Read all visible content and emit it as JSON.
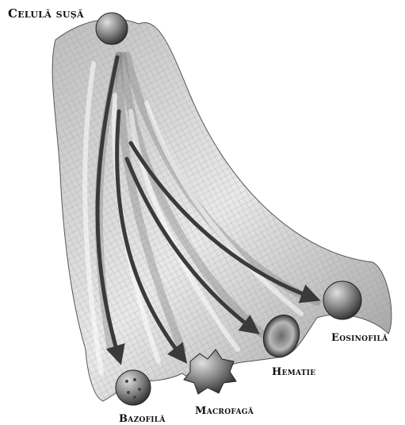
{
  "labels": {
    "stem_cell": "Celulă sușă",
    "eosinophil": "Eosinofilă",
    "red_cell": "Hematie",
    "macrophage": "Macrofagă",
    "basophil": "Bazofilă"
  },
  "colors": {
    "surface_light": "#e6e6e6",
    "surface_dark": "#8a8a8a",
    "grid": "#9a9a9a",
    "arrow": "#3a3a3a",
    "text": "#111111"
  }
}
